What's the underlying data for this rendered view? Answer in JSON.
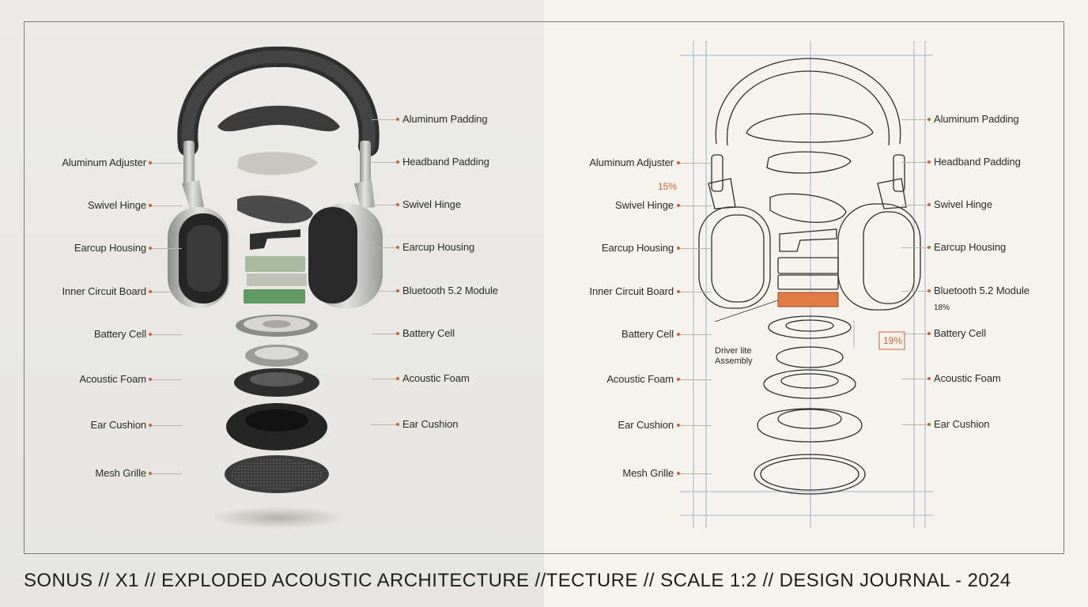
{
  "left_labels_left": [
    "Aluminum Adjuster",
    "Swivel Hinge",
    "Earcup Housing",
    "Inner Circuit Board",
    "Battery Cell",
    "Acoustic Foam",
    "Ear Cushion",
    "Mesh Grille"
  ],
  "left_labels_right": [
    "Aluminum Padding",
    "Headband Padding",
    "Swivel Hinge",
    "Earcup Housing",
    "Bluetooth 5.2 Module",
    "Battery Cell",
    "Acoustic Foam",
    "Ear Cushion"
  ],
  "right_labels_left": [
    "Aluminum Adjuster",
    "Swivel Hinge",
    "Earcup Housing",
    "Inner Circuit Board",
    "Battery Cell",
    "Acoustic Foam",
    "Ear Cushion",
    "Mesh Grille"
  ],
  "right_labels_right": [
    "Aluminum Padding",
    "Headband Padding",
    "Swivel Hinge",
    "Earcup Housing",
    "Bluetooth 5.2 Module",
    "Battery Cell",
    "Acoustic Foam",
    "Ear Cushion"
  ],
  "annotations": {
    "pct_a": "15%",
    "pct_b": "18%",
    "pct_c": "19%",
    "driver_line1": "Driver lite",
    "driver_line2": "Assembly"
  },
  "footer": "SONUS // X1  //  EXPLODED ACOUSTIC ARCHITECTURE //TECTURE  //  SCALE 1:2  //  DESIGN JOURNAL - 2024",
  "colors": {
    "accent": "#c8643a",
    "blueprint": "#6f8fc4",
    "ink": "#2a2a2a"
  }
}
